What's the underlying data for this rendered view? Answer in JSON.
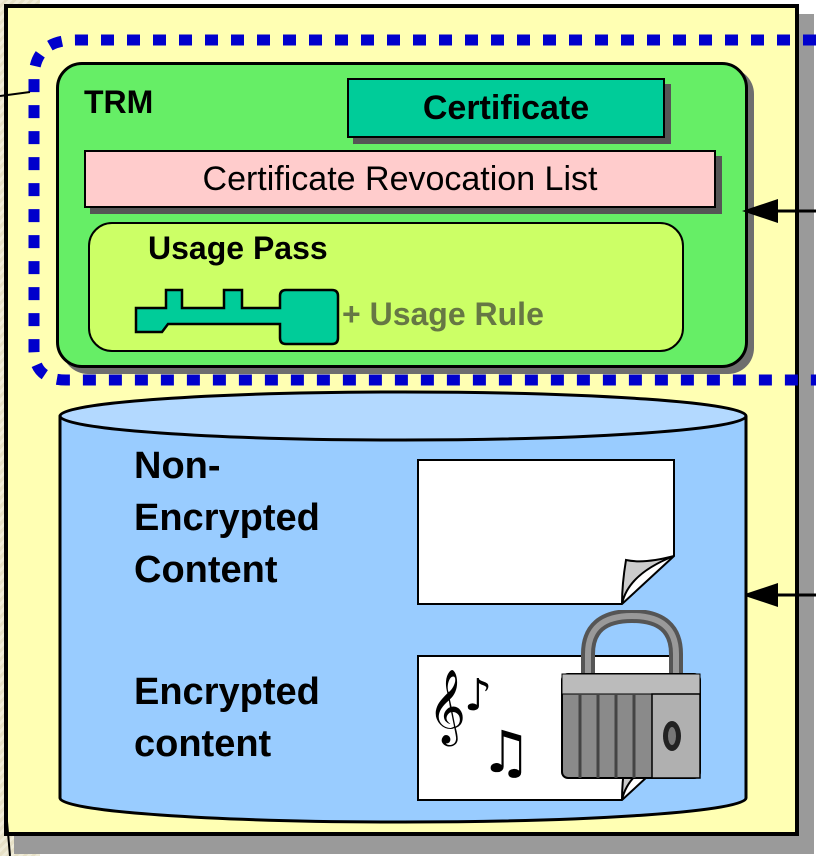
{
  "diagram": {
    "trm": {
      "label": "TRM",
      "certificate": "Certificate",
      "crl": "Certificate Revocation List",
      "usage_pass": {
        "label": "Usage Pass",
        "rule": "+ Usage Rule"
      }
    },
    "storage": {
      "non_encrypted": [
        "Non-",
        "Encrypted",
        "Content"
      ],
      "encrypted": [
        "Encrypted",
        "content"
      ]
    },
    "colors": {
      "panel": "#ffffb3",
      "trm": "#66ee66",
      "certificate": "#00cc99",
      "crl": "#ffcccc",
      "usage_pass": "#ccff66",
      "key": "#00cc99",
      "cylinder": "#99ccff",
      "dotted_outline": "#0000cc"
    },
    "icons": [
      "key-icon",
      "document-icon",
      "music-notes-icon",
      "padlock-icon"
    ]
  }
}
